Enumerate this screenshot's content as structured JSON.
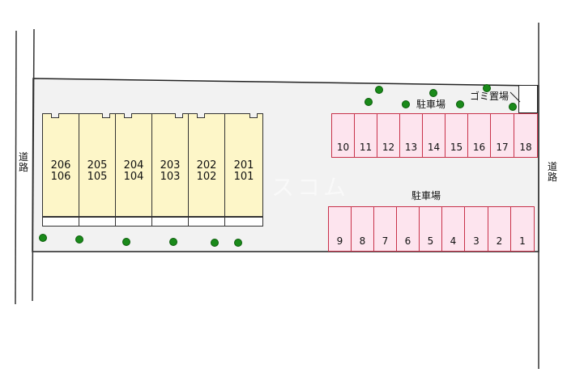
{
  "map": {
    "roads": {
      "left_label": "道路",
      "right_label": "道路"
    },
    "building": {
      "units": [
        {
          "upper": "206",
          "lower": "106"
        },
        {
          "upper": "205",
          "lower": "105"
        },
        {
          "upper": "204",
          "lower": "104"
        },
        {
          "upper": "203",
          "lower": "103"
        },
        {
          "upper": "202",
          "lower": "102"
        },
        {
          "upper": "201",
          "lower": "101"
        }
      ]
    },
    "parking_upper": {
      "label": "駐車場",
      "slots": [
        "10",
        "11",
        "12",
        "13",
        "14",
        "15",
        "16",
        "17",
        "18"
      ]
    },
    "parking_lower": {
      "label": "駐車場",
      "slots": [
        "9",
        "8",
        "7",
        "6",
        "5",
        "4",
        "3",
        "2",
        "1"
      ]
    },
    "garbage": {
      "label": "ゴミ置場"
    },
    "watermark": "スコム",
    "colors": {
      "building_fill": "#fdf6c8",
      "parking_fill": "#fde4ee",
      "parking_border": "#c8324a",
      "site_fill": "#f2f2f2",
      "tree": "#1a8a1a"
    }
  }
}
